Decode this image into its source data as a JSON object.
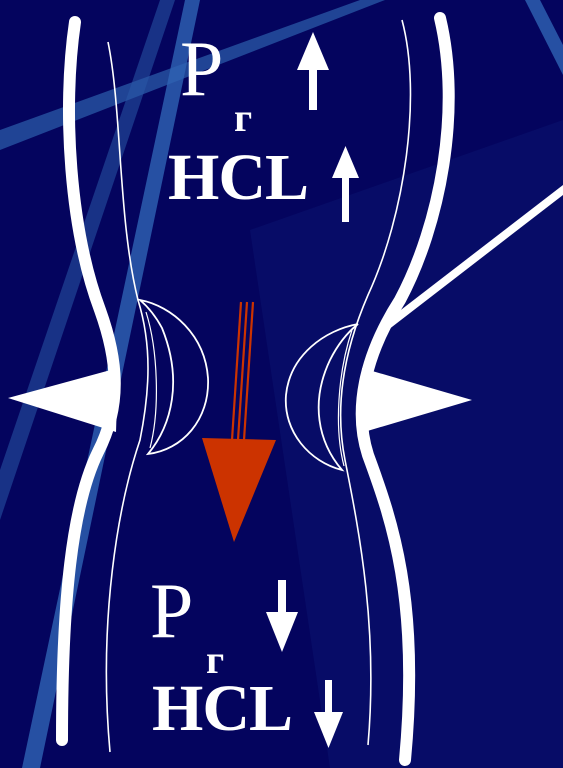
{
  "top": {
    "pressure_symbol": "P",
    "pressure_subscript": "г",
    "acid_label": "HCL",
    "trend": "increase"
  },
  "bottom": {
    "pressure_symbol": "P",
    "pressure_subscript": "г",
    "acid_label": "HCL",
    "trend": "decrease"
  },
  "colors": {
    "background": "#04045e",
    "wall": "#ffffff",
    "flow_arrow": "#cc3300",
    "beam": "#2f64b4"
  }
}
